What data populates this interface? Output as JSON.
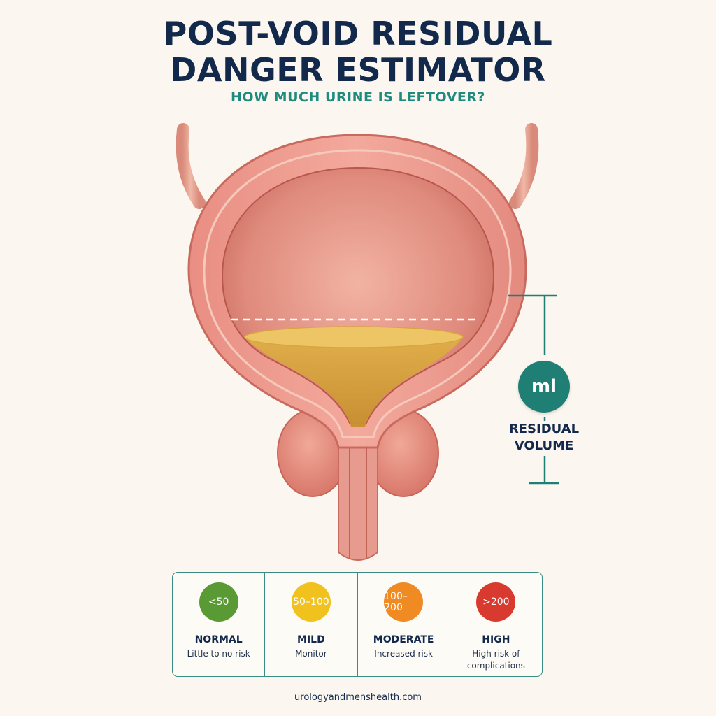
{
  "header": {
    "title_line1": "POST-VOID RESIDUAL",
    "title_line2": "DANGER ESTIMATOR",
    "subtitle": "HOW MUCH URINE IS LEFTOVER?"
  },
  "measure": {
    "unit": "ml",
    "label_line1": "RESIDUAL",
    "label_line2": "VOLUME"
  },
  "legend": {
    "categories": [
      {
        "range": "<50",
        "name": "NORMAL",
        "description": "Little to no risk",
        "color": "#5a9a34"
      },
      {
        "range": "50–100",
        "name": "MILD",
        "description": "Monitor",
        "color": "#f1c21e"
      },
      {
        "range": "100–200",
        "name": "MODERATE",
        "description": "Increased risk",
        "color": "#f08a22"
      },
      {
        "range": ">200",
        "name": "HIGH",
        "description": "High risk of complications",
        "color": "#d93a30"
      }
    ]
  },
  "footer": {
    "website": "urologyandmenshealth.com"
  },
  "colors": {
    "title": "#13294b",
    "accent": "#1f8a7e",
    "urine": "#d9a53a",
    "bladder_wall": "#e27d72"
  }
}
